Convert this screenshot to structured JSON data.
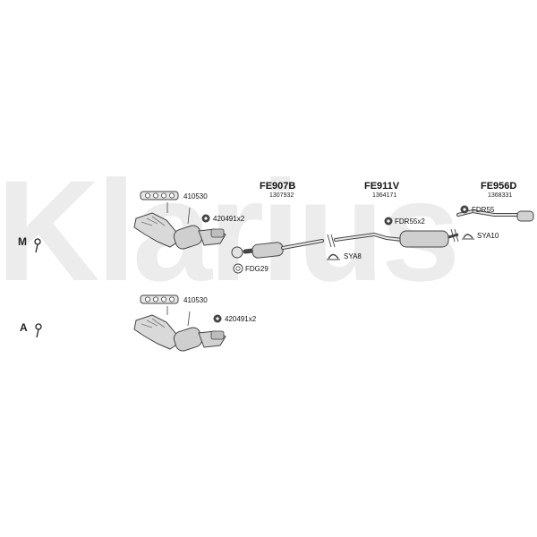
{
  "watermark": {
    "text": "Klarius",
    "color": "#ececec"
  },
  "variants": [
    {
      "letter": "M",
      "icon": "manual-gearbox-icon"
    },
    {
      "letter": "A",
      "icon": "automatic-gearbox-icon"
    }
  ],
  "sections": [
    {
      "code": "FE907B",
      "oe": "1307932"
    },
    {
      "code": "FE911V",
      "oe": "1364171"
    },
    {
      "code": "FE956D",
      "oe": "1368331"
    }
  ],
  "fittings": {
    "manifold_gasket_top": "410530",
    "stud_kit_top": "420491x2",
    "gasket_front": "FDG29",
    "clamp_mid": "SYA8",
    "gasket_centre": "FDR55x2",
    "gasket_rear": "FDR55",
    "clamp_rear": "SYA10",
    "manifold_gasket_bottom": "410530",
    "stud_kit_bottom": "420491x2"
  },
  "colors": {
    "line": "#444444",
    "part_fill": "#d9d9d9",
    "part_dark": "#9a9a9a"
  }
}
